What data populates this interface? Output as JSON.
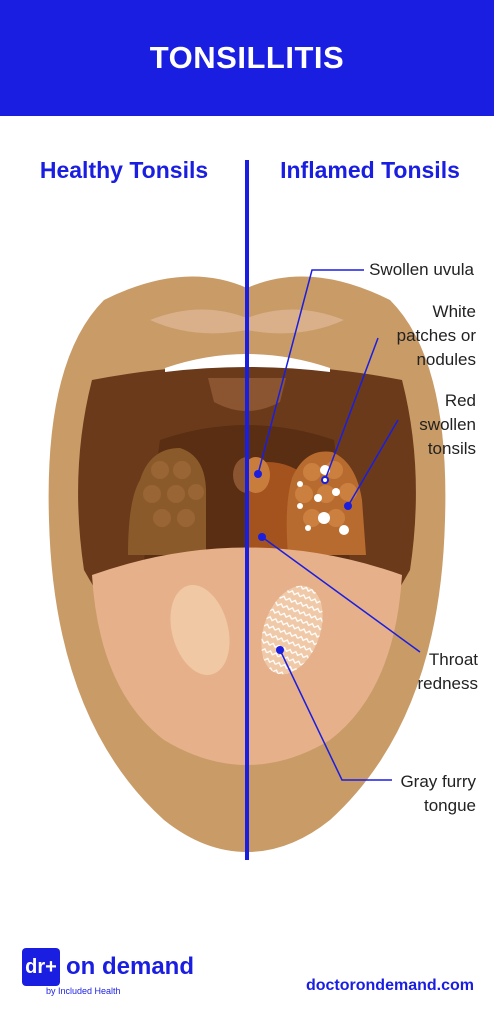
{
  "header": {
    "title": "TONSILLITIS"
  },
  "columns": {
    "left": "Healthy Tonsils",
    "right": "Inflamed Tonsils"
  },
  "labels": {
    "uvula": "Swollen uvula",
    "patches": "White patches or nodules",
    "tonsils": "Red swollen tonsils",
    "throat": "Throat redness",
    "tongue": "Gray furry tongue"
  },
  "footer": {
    "logo_mark": "dr+",
    "brand": "on demand",
    "tagline": "by Included Health",
    "website": "doctorondemand.com"
  },
  "colors": {
    "brand": "#1a1ee0",
    "lip": "#c99b67",
    "throat": "#6b3a1a",
    "tongue": "#e6b08a"
  }
}
